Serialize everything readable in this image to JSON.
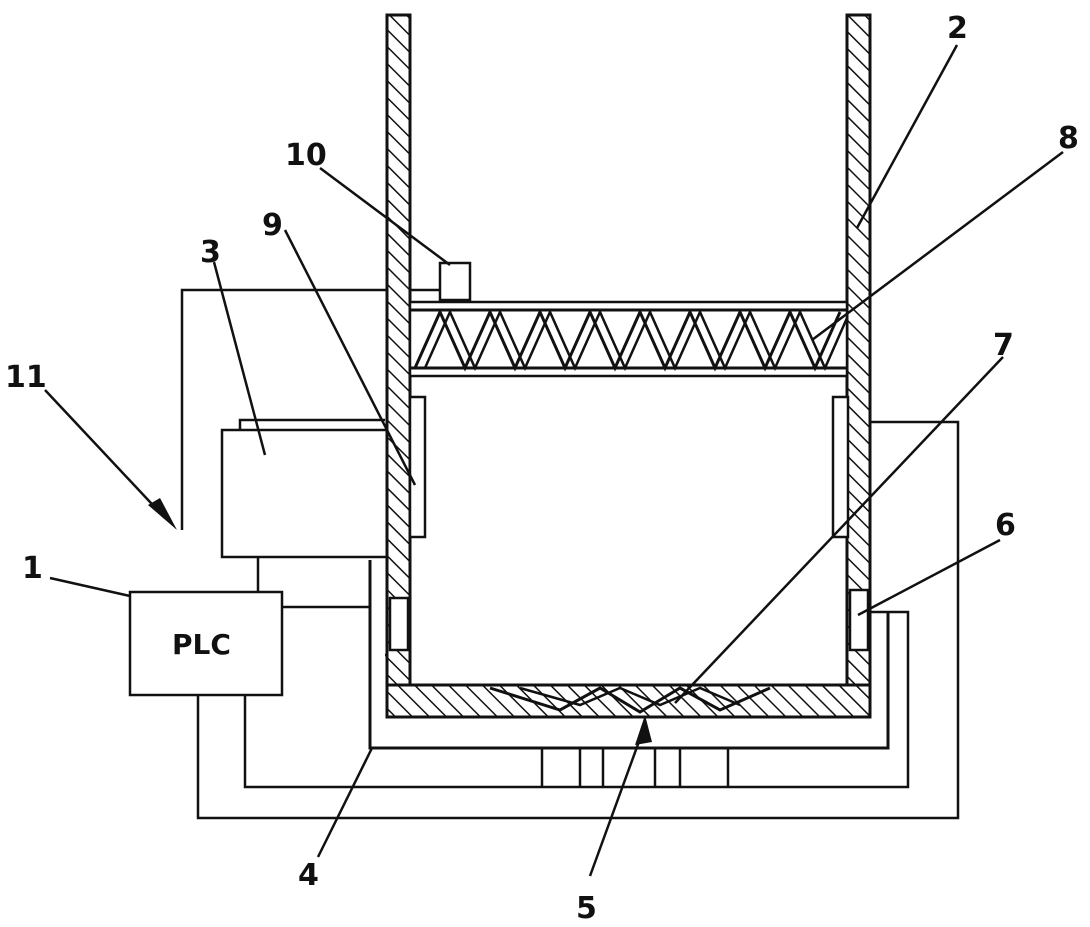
{
  "labels": {
    "l1": "1",
    "l2": "2",
    "l3": "3",
    "l4": "4",
    "l5": "5",
    "l6": "6",
    "l7": "7",
    "l8": "8",
    "l9": "9",
    "l10": "10",
    "l11": "11"
  },
  "plc_text": "PLC"
}
